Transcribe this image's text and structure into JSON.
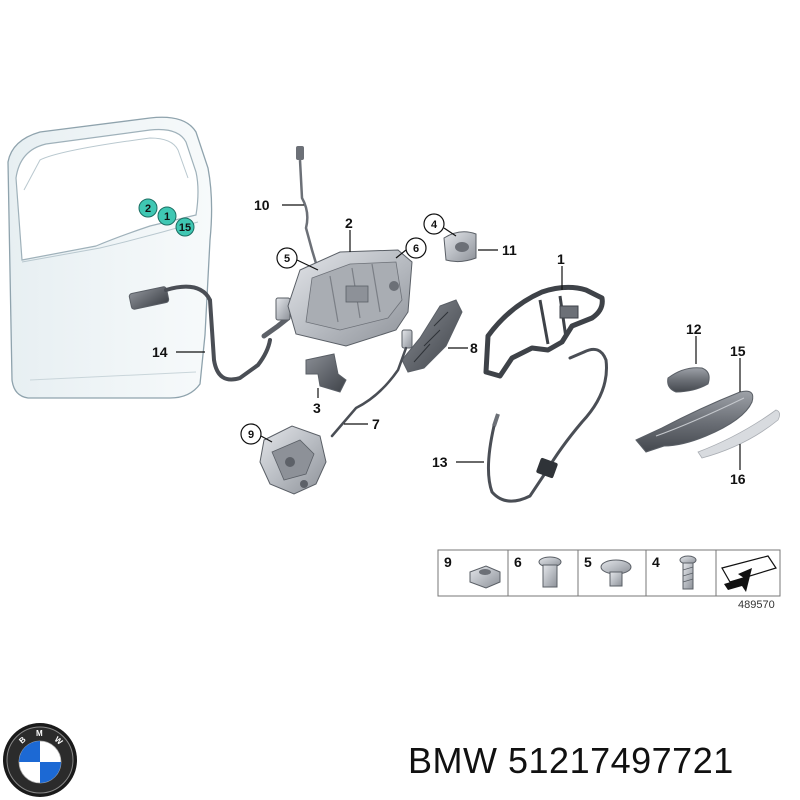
{
  "callouts": {
    "c1": "1",
    "c2": "2",
    "c3": "3",
    "c4": "4",
    "c5": "5",
    "c6": "6",
    "c7": "7",
    "c8": "8",
    "c9": "9",
    "c10": "10",
    "c11": "11",
    "c12": "12",
    "c13": "13",
    "c14": "14",
    "c15": "15",
    "c16": "16"
  },
  "door_markers": {
    "m2": "2",
    "m1": "1",
    "m15": "15"
  },
  "fastener_table": {
    "cells": [
      "9",
      "6",
      "5",
      "4"
    ],
    "ref_number": "489570"
  },
  "footer": {
    "brand": "BMW",
    "part_number": "51217497721"
  },
  "colors": {
    "highlight": "#3fc7b3",
    "part_metal": "#c9ccd1",
    "part_dark": "#5d6168",
    "door_panel": "#eef4f6"
  },
  "logo": {
    "letters": "BMW"
  }
}
